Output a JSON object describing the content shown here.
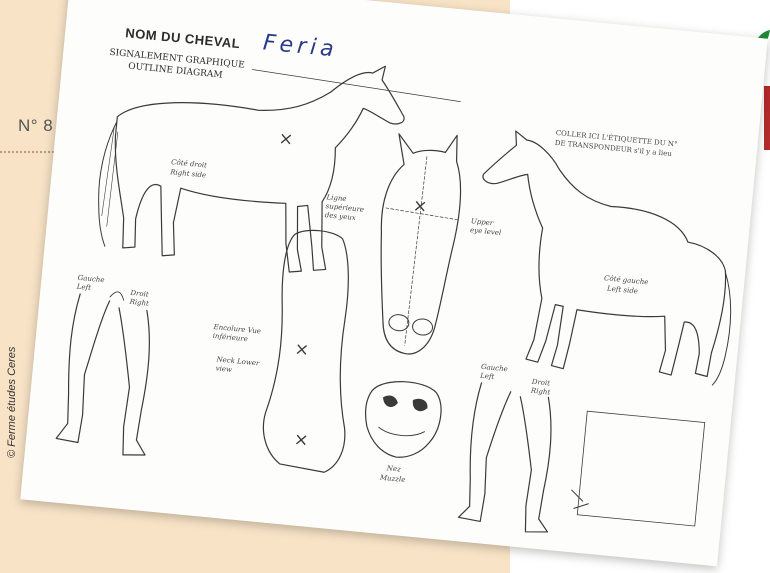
{
  "page": {
    "issue_number": "N° 8",
    "photo_credit": "© Ferme études Ceres",
    "accent_colors": {
      "background": "#f8e3c6",
      "logo_green": "#1f8a3a",
      "logo_red": "#b52a2a",
      "logo_yellow": "#f2c12e"
    }
  },
  "sheet": {
    "title": "NOM DU CHEVAL",
    "horse_name": "Feria",
    "subtitle_fr": "SIGNALEMENT GRAPHIQUE",
    "subtitle_en": "OUTLINE DIAGRAM",
    "transponder_note_fr": "COLLER ICI L'ÉTIQUETTE DU N°",
    "transponder_note_en": "DE TRANSPONDEUR s'il y a lieu",
    "right_side_fr": "Côté droit",
    "right_side_en": "Right side",
    "left_side_fr": "Côté gauche",
    "left_side_en": "Left side",
    "eye_line_fr": "Ligne supérieure des yeux",
    "eye_line_en": "Upper eye level",
    "neck_fr": "Encolure Vue inférieure",
    "neck_en": "Neck Lower view",
    "muzzle_fr": "Nez",
    "muzzle_en": "Muzzle",
    "legs_front_left": "Gauche Left",
    "legs_front_right": "Droit Right",
    "legs_back_left": "Gauche Left",
    "legs_back_right": "Droit Right"
  }
}
